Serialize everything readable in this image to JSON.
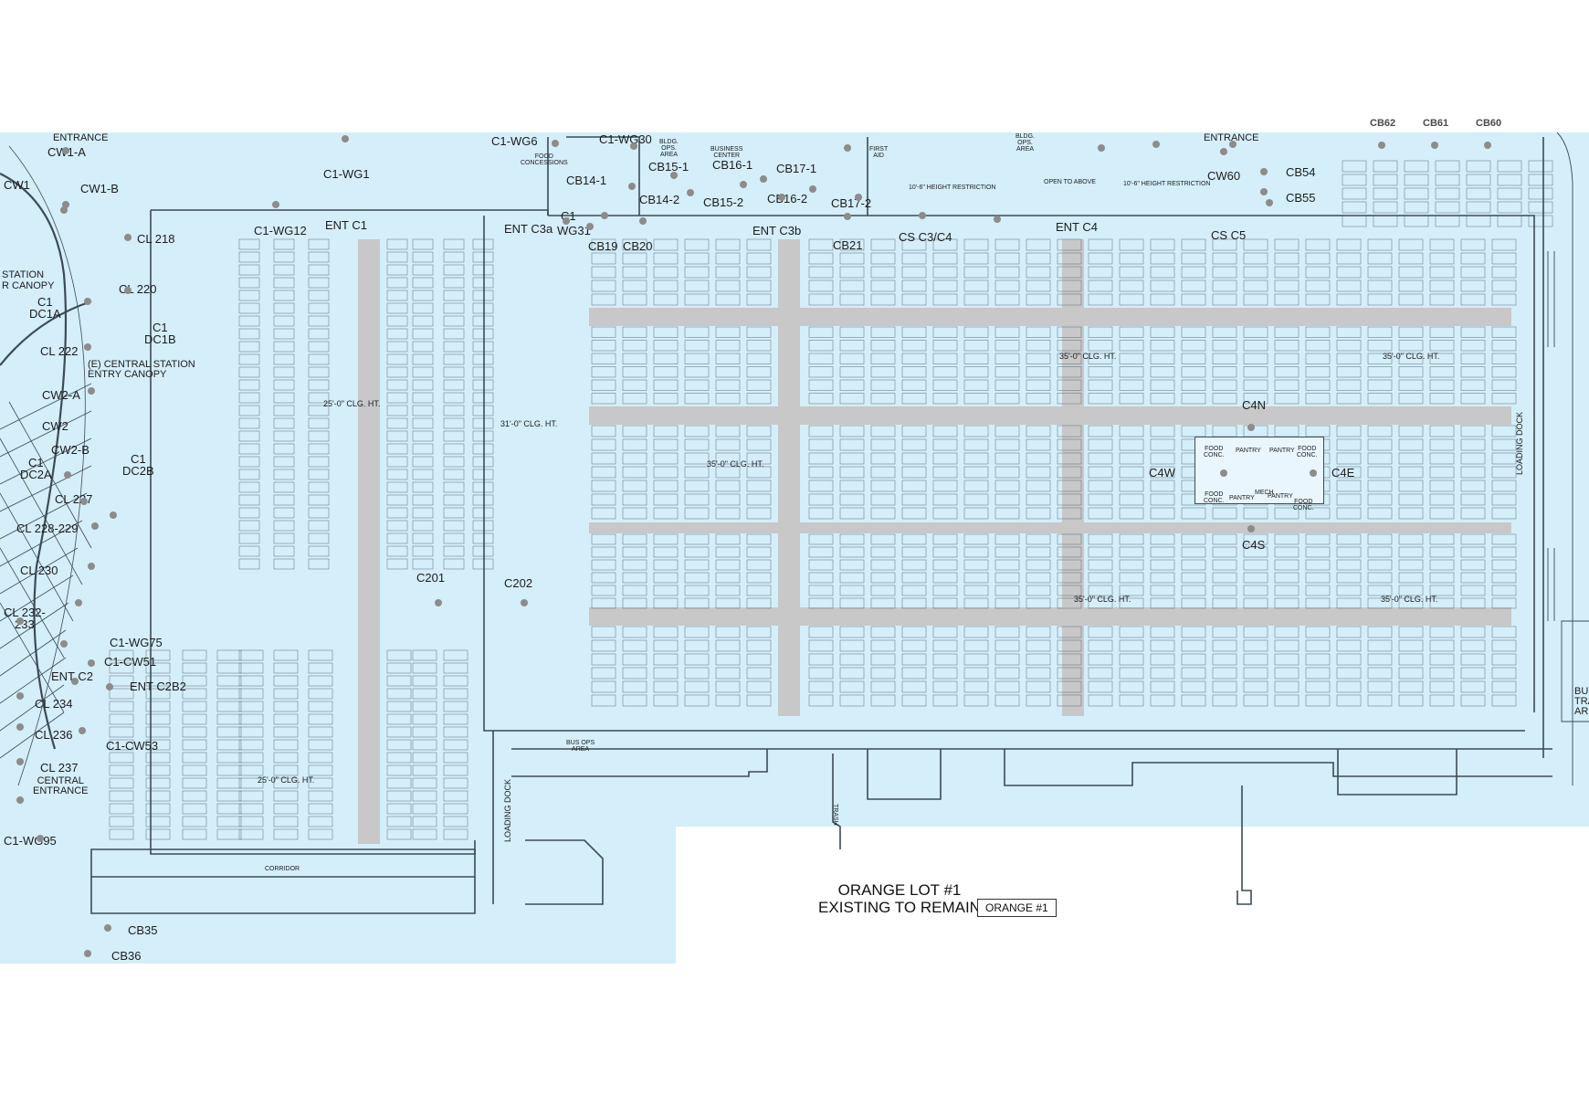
{
  "plan": {
    "title_line1": "ORANGE LOT #1",
    "title_line2": "EXISTING TO REMAIN",
    "legend_label": "ORANGE #1",
    "colors": {
      "lot_fill": "#d4eefa",
      "aisle": "#c8c8c8",
      "line": "#3d4b55",
      "dot": "#8c8c8c",
      "paper": "#ffffff"
    }
  },
  "zones": {
    "cb62": "CB62",
    "cb61": "CB61",
    "cb60": "CB60",
    "entrance_left": "ENTRANCE",
    "entrance_right": "ENTRANCE",
    "cw1a": "CW1-A",
    "cw1": "CW1",
    "cw1b": "CW1-B",
    "c1_wg6": "C1-WG6",
    "c1_wg30": "C1-WG30",
    "c1_wg1": "C1-WG1",
    "food_concessions": "FOOD\nCONCESSIONS",
    "bldg_ops_area": "BLDG.\nOPS.\nAREA",
    "business_center": "BUSINESS\nCENTER",
    "first_aid": "FIRST\nAID",
    "bldg_ops_area_2": "BLDG.\nOPS.\nAREA",
    "cb15_1": "CB15-1",
    "cb16_1": "CB16-1",
    "cb17_1": "CB17-1",
    "cb14_1": "CB14-1",
    "cb14_2": "CB14-2",
    "cb15_2": "CB15-2",
    "cb16_2": "CB16-2",
    "cb17_2": "CB17-2",
    "cw60": "CW60",
    "cb54": "CB54",
    "cb55": "CB55",
    "height_restriction_1": "10'-6\" HEIGHT RESTRICTION",
    "height_restriction_2": "10'-6\" HEIGHT RESTRICTION",
    "open_to_above": "OPEN TO ABOVE",
    "cl_218": "CL 218",
    "c1_wg12": "C1-WG12",
    "ent_c1": "ENT C1",
    "ent_c3a": "ENT C3a",
    "wg31": "WG31",
    "c1_small": "C1",
    "cb19": "CB19",
    "cb20": "CB20",
    "ent_c3b": "ENT C3b",
    "cb21": "CB21",
    "cs_c3c4": "CS C3/C4",
    "ent_c4": "ENT C4",
    "cs_c5": "CS C5",
    "station": "STATION",
    "r_canopy": "R CANOPY",
    "c1_dc1a": "C1\nDC1A",
    "cl_220": "CL 220",
    "c1_dc1b": "C1\nDC1B",
    "cl_222": "CL 222",
    "central_station_canopy": "(E) CENTRAL STATION\nENTRY CANOPY",
    "cw2a": "CW2-A",
    "cw2": "CW2",
    "cw2b": "CW2-B",
    "c1_dc2a": "C1\nDC2A",
    "c1_dc2b": "C1\nDC2B",
    "cl_227": "CL 227",
    "cl_228_229": "CL 228-229",
    "cl_230": "CL 230",
    "cl_232_233": "CL 232-\n233",
    "c201": "C201",
    "c202": "C202",
    "c4n": "C4N",
    "c4w": "C4W",
    "c4e": "C4E",
    "c4s": "C4S",
    "clg_25_a": "25'-0\" CLG. HT.",
    "clg_31": "31'-0\" CLG. HT.",
    "clg_35_a": "35'-0\" CLG. HT.",
    "clg_35_b": "35'-0\" CLG. HT.",
    "clg_35_c": "35'-0\" CLG. HT.",
    "clg_35_d": "35'-0\" CLG. HT.",
    "clg_35_e": "35'-0\" CLG. HT.",
    "clg_25_b": "25'-0\" CLG. HT.",
    "food_conc_1": "FOOD\nCONC.",
    "pantry_1": "PANTRY",
    "pantry_2": "PANTRY",
    "food_conc_2": "FOOD\nCONC.",
    "food_conc_3": "FOOD\nCONC.",
    "pantry_3": "PANTRY",
    "mech": "MECH",
    "pantry_4": "PANTRY",
    "food_conc_4": "FOOD\nCONC.",
    "loading_dock_right": "LOADING DOCK",
    "loading_dock_bottom": "LOADING DOCK",
    "c1_wg75": "C1-WG75",
    "c1_cw51": "C1-CW51",
    "ent_c2": "ENT C2",
    "ent_c2b2": "ENT C2B2",
    "cl_234": "CL 234",
    "cl_236": "CL 236",
    "c1_cw53": "C1-CW53",
    "cl_237": "CL 237",
    "central_entrance": "CENTRAL\nENTRANCE",
    "c1_wg95": "C1-WG95",
    "corridor": "CORRIDOR",
    "cb35": "CB35",
    "cb36": "CB36",
    "bus_area": "BU\nTRA\nAR",
    "bus_ops_area": "BUS OPS\nAREA",
    "trash": "TRASH"
  }
}
